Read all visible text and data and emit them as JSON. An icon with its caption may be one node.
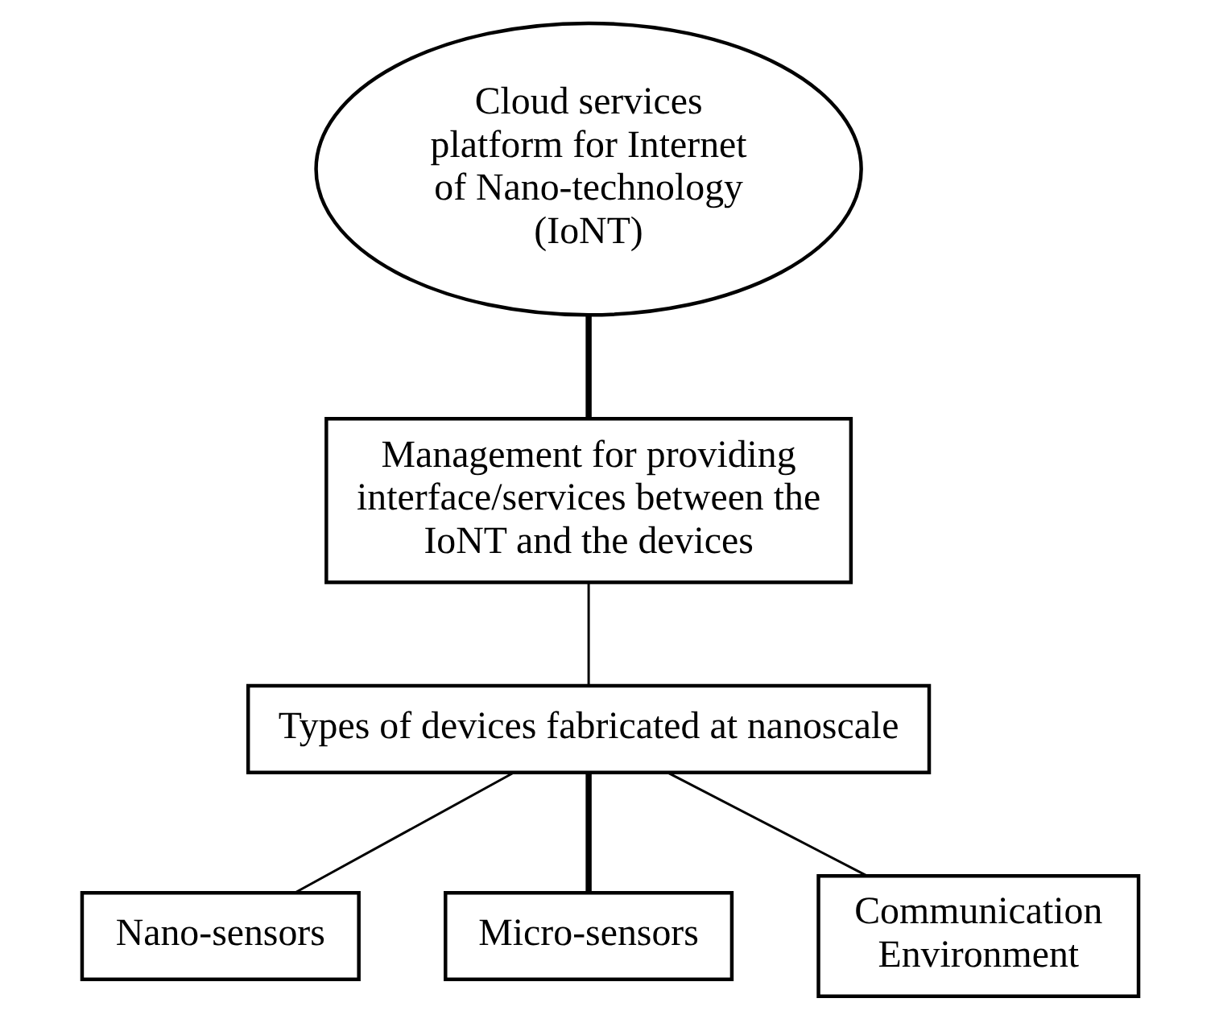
{
  "diagram": {
    "nodes": [
      {
        "text": [
          "Cloud services platform for Internet of Nano-technology (IoNT)"
        ]
      },
      {
        "text": [
          "Management for providing interface/services between the IoNT and the devices"
        ]
      },
      {
        "text": [
          "Types of devices fabricated at nanoscale"
        ]
      },
      {
        "text": [
          "Nano-sensors"
        ]
      },
      {
        "text": [
          "Micro-sensors"
        ]
      },
      {
        "text": [
          "Communication Environment"
        ]
      }
    ],
    "edges": [
      {
        "from": 0,
        "to": 1,
        "arrow": "none",
        "style": "thick"
      },
      {
        "from": 1,
        "to": 2,
        "arrow": "none"
      },
      {
        "from": 2,
        "to": 3,
        "arrow": "none"
      },
      {
        "from": 2,
        "to": 4,
        "arrow": "none",
        "style": "thick"
      },
      {
        "from": 2,
        "to": 5,
        "arrow": "none"
      }
    ]
  }
}
